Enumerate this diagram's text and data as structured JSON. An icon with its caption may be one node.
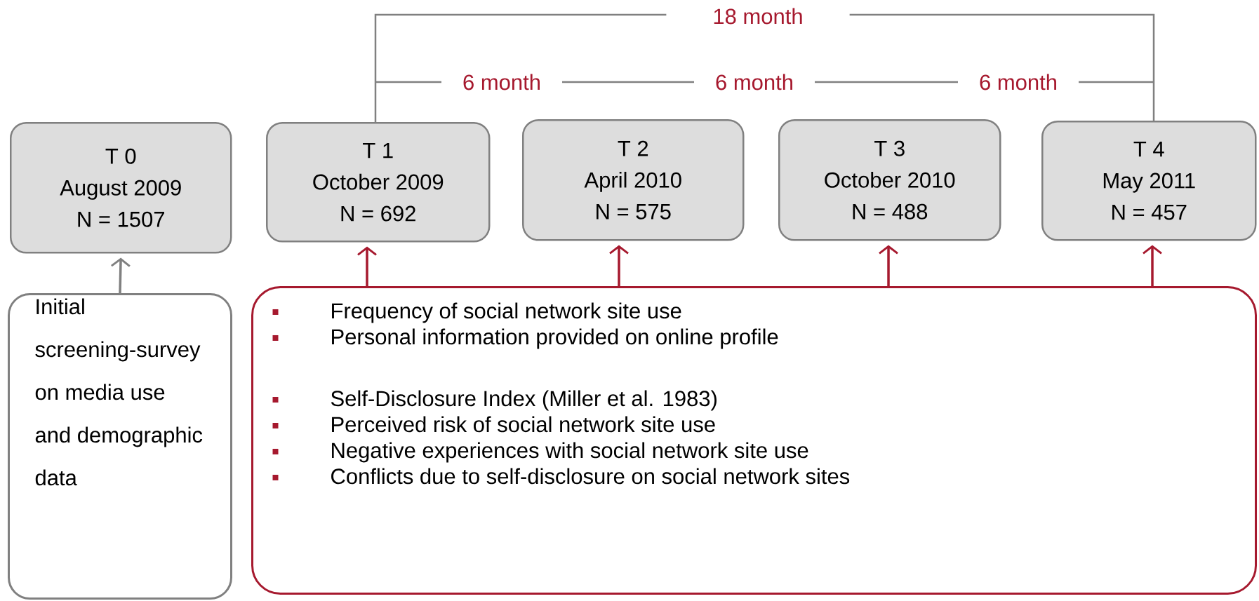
{
  "diagram": {
    "nodes": [
      {
        "text": [
          "T 0",
          "August 2009",
          "N = 1507"
        ]
      },
      {
        "text": [
          "T 1",
          "October 2009",
          "N = 692"
        ]
      },
      {
        "text": [
          "T 2",
          "April 2010",
          "N = 575"
        ]
      },
      {
        "text": [
          "T 3",
          "October 2010",
          "N = 488"
        ]
      },
      {
        "text": [
          "T 4",
          "May 2011",
          "N = 457"
        ]
      },
      {
        "text": [
          "Initial screening-survey on media use and demographic data"
        ]
      },
      {
        "text": [
          "Frequency of social network site use",
          "Personal information provided on online profile",
          "Self-Disclosure Index (Miller et al. 1983)",
          "Perceived risk of social network site use",
          "Negative experiences with social network site use",
          "Conflicts due to self-disclosure on social network sites"
        ]
      }
    ],
    "edges": [
      {
        "from": 5,
        "to": 0,
        "arrow": "to",
        "color": "#808080"
      },
      {
        "from": 6,
        "to": 1,
        "arrow": "to"
      },
      {
        "from": 6,
        "to": 2,
        "arrow": "to"
      },
      {
        "from": 6,
        "to": 3,
        "arrow": "to"
      },
      {
        "from": 6,
        "to": 4,
        "arrow": "to"
      }
    ],
    "labels": [
      "18 month",
      "6 month",
      "6 month",
      "6 month"
    ]
  }
}
